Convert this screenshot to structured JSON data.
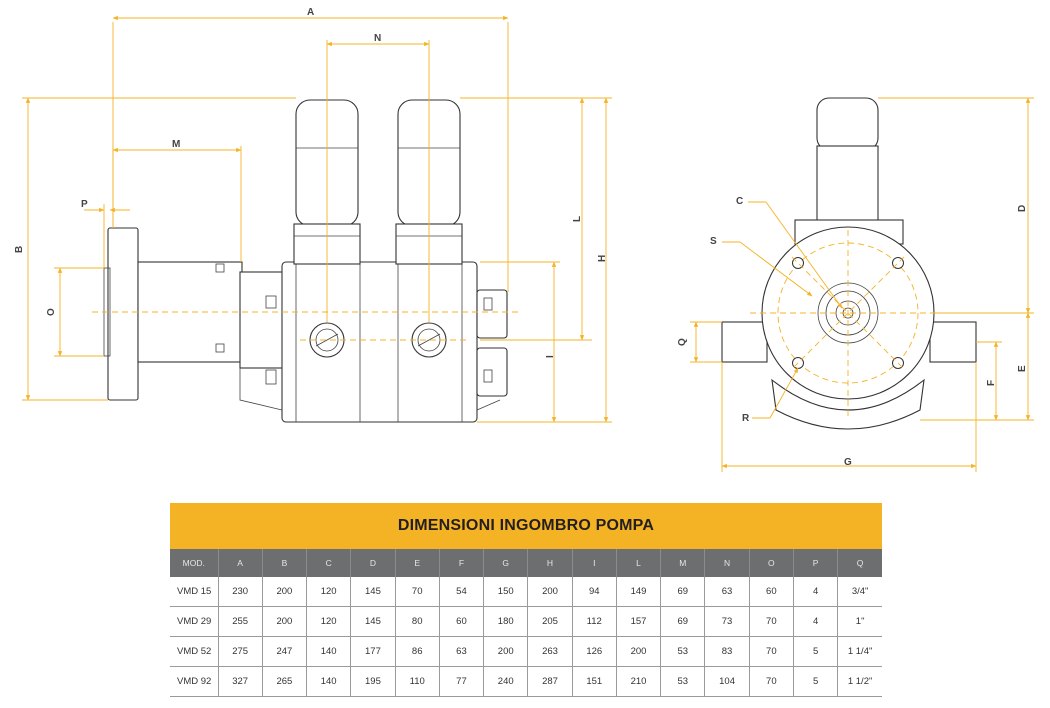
{
  "drawing": {
    "labels": {
      "A": "A",
      "N": "N",
      "M": "M",
      "P": "P",
      "B": "B",
      "O": "O",
      "L": "L",
      "H": "H",
      "I": "I",
      "C": "C",
      "S": "S",
      "D": "D",
      "Q": "Q",
      "F": "F",
      "E": "E",
      "R": "R",
      "G": "G"
    }
  },
  "table": {
    "title": "DIMENSIONI INGOMBRO POMPA",
    "headers": [
      "MOD.",
      "A",
      "B",
      "C",
      "D",
      "E",
      "F",
      "G",
      "H",
      "I",
      "L",
      "M",
      "N",
      "O",
      "P",
      "Q"
    ],
    "rows": [
      [
        "VMD 15",
        "230",
        "200",
        "120",
        "145",
        "70",
        "54",
        "150",
        "200",
        "94",
        "149",
        "69",
        "63",
        "60",
        "4",
        "3/4\""
      ],
      [
        "VMD 29",
        "255",
        "200",
        "120",
        "145",
        "80",
        "60",
        "180",
        "205",
        "112",
        "157",
        "69",
        "73",
        "70",
        "4",
        "1\""
      ],
      [
        "VMD 52",
        "275",
        "247",
        "140",
        "177",
        "86",
        "63",
        "200",
        "263",
        "126",
        "200",
        "53",
        "83",
        "70",
        "5",
        "1 1/4\""
      ],
      [
        "VMD 92",
        "327",
        "265",
        "140",
        "195",
        "110",
        "77",
        "240",
        "287",
        "151",
        "210",
        "53",
        "104",
        "70",
        "5",
        "1 1/2\""
      ]
    ]
  }
}
